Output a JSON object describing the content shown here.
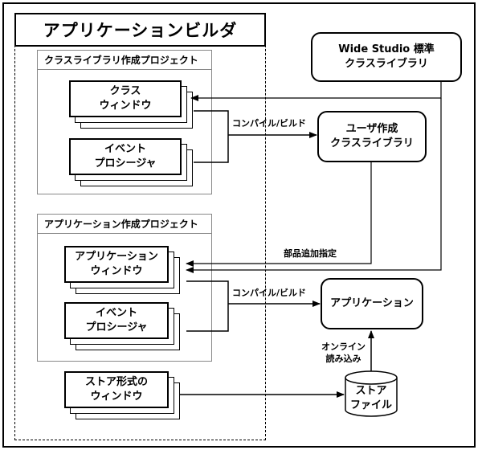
{
  "builder": {
    "title": "アプリケーションビルダ"
  },
  "class_project": {
    "title": "クラスライブラリ作成プロジェクト",
    "boxes": [
      "クラス\nウィンドウ",
      "イベント\nプロシージャ"
    ]
  },
  "app_project": {
    "title": "アプリケーション作成プロジェクト",
    "boxes": [
      "アプリケーション\nウィンドウ",
      "イベント\nプロシージャ"
    ]
  },
  "store_window": "ストア形式の\nウィンドウ",
  "nodes": {
    "wide_studio": "Wide Studio 標準\nクラスライブラリ",
    "user_lib": "ユーザ作成\nクラスライブラリ",
    "application": "アプリケーション",
    "store_file": "ストア\nファイル"
  },
  "edges": {
    "compile1": "コンパイル/ビルド",
    "compile2": "コンパイル/ビルド",
    "add_parts": "部品追加指定",
    "online": "オンライン\n読み込み"
  }
}
